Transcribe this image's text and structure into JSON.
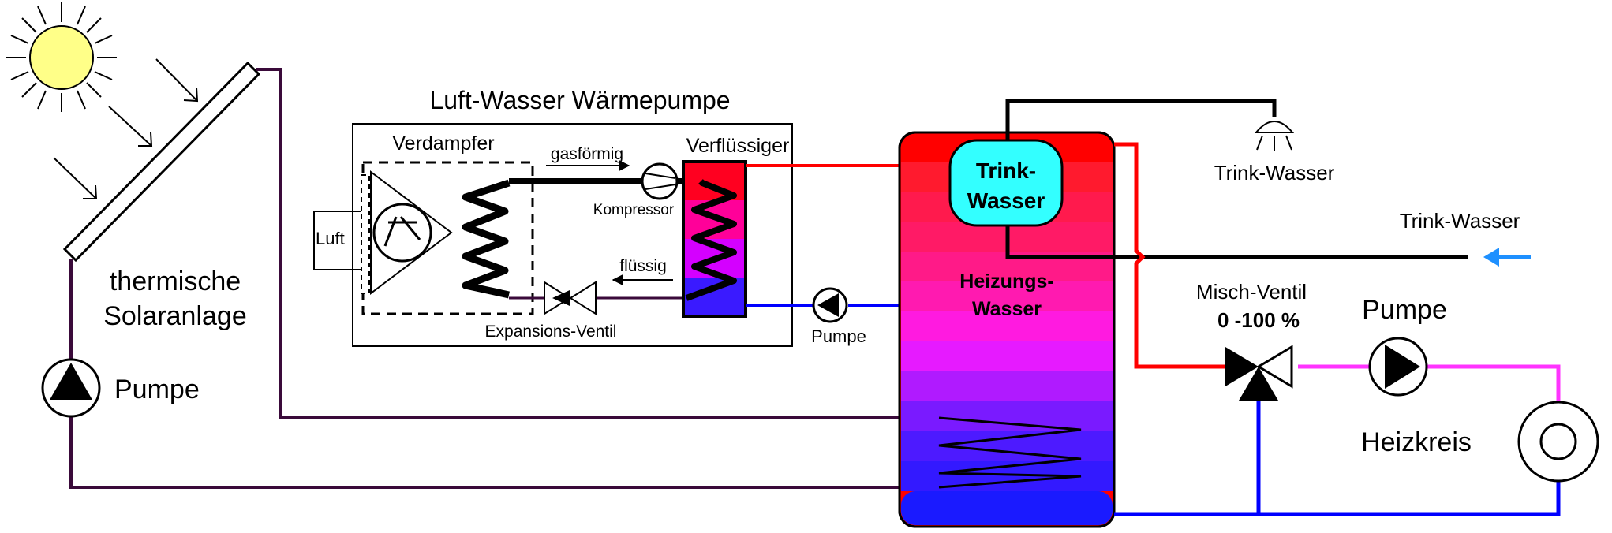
{
  "labels": {
    "heat_pump_title": "Luft-Wasser Wärmepumpe",
    "evaporator": "Verdampfer",
    "condenser": "Verflüssiger",
    "gaseous": "gasförmig",
    "compressor": "Kompressor",
    "air": "Luft",
    "liquid": "flüssig",
    "expansion_valve": "Expansions-Ventil",
    "hp_pump": "Pumpe",
    "solar_line1": "thermische",
    "solar_line2": "Solaranlage",
    "solar_pump": "Pumpe",
    "drinking_water_tank_line1": "Trink-",
    "drinking_water_tank_line2": "Wasser",
    "heating_water_line1": "Heizungs-",
    "heating_water_line2": "Wasser",
    "shower_label": "Trink-Wasser",
    "drinking_water_inlet": "Trink-Wasser",
    "mixing_valve": "Misch-Ventil",
    "mixing_range": "0 -100 %",
    "circuit_pump": "Pumpe",
    "heating_circuit": "Heizkreis"
  },
  "colors": {
    "hot": "#ff0000",
    "cold": "#0000ff",
    "solar_pipe": "#3a0a3a",
    "mixed": "#ff33ff",
    "sun": "#ffff88",
    "drinking_tank": "#33ffff",
    "inlet_arrow": "#1e90ff"
  }
}
